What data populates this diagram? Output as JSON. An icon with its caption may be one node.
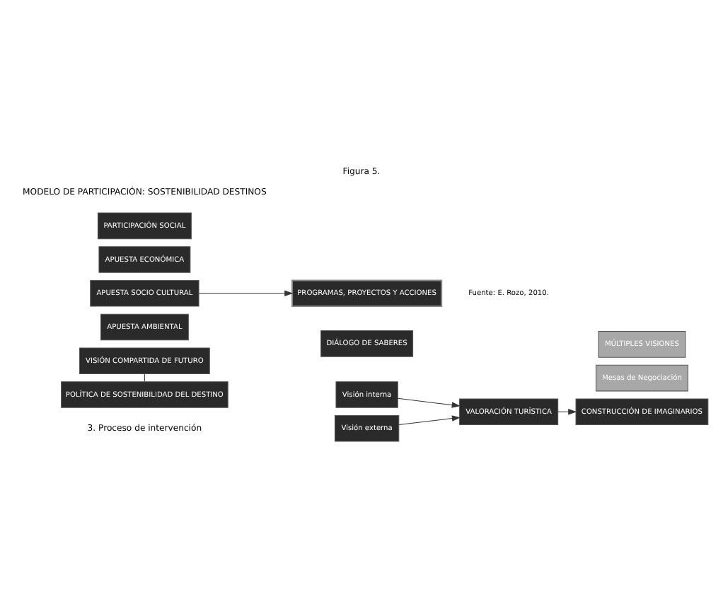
{
  "diagram": {
    "title": "Figura 5.",
    "caption": "Fuente: E. Rozo, 2010.",
    "nodes": [
      {
        "text": [
          "Visión externa"
        ]
      },
      {
        "text": [
          "DIÁLOGO DE SABERES"
        ]
      },
      {
        "text": [
          "VALORACIÓN TURÍSTICA"
        ]
      },
      {
        "text": [
          "Visión interna"
        ]
      },
      {
        "text": [
          "VISIÓN COMPARTIDA DE FUTURO"
        ]
      },
      {
        "text": [
          "Mesas de Negociación"
        ]
      },
      {
        "text": [
          "CONSTRUCCIÓN DE IMAGINARIOS"
        ]
      },
      {
        "text": [
          "MÚLTIPLES VISIONES"
        ]
      },
      {
        "text": [
          "APUESTA AMBIENTAL"
        ]
      },
      {
        "text": [
          "APUESTA SOCIO CULTURAL"
        ]
      },
      {
        "text": [
          "APUESTA ECONÓMICA"
        ]
      },
      {
        "text": [
          "PARTICIPACIÓN SOCIAL"
        ]
      },
      {
        "text": [
          "PROGRAMAS, PROYECTOS Y ACCIONES"
        ]
      },
      {
        "text": [
          "POLÍTICA DE SOSTENIBILIDAD DEL DESTINO"
        ]
      }
    ],
    "edges": [
      {
        "from": 0,
        "to": 2,
        "arrow": "to"
      },
      {
        "from": 3,
        "to": 2,
        "arrow": "to"
      },
      {
        "from": 2,
        "to": 6,
        "arrow": "to"
      },
      {
        "from": 9,
        "to": 12,
        "arrow": "to"
      },
      {
        "from": 4,
        "to": 13,
        "arrow": "none"
      }
    ],
    "labels": [
      "MODELO DE PARTICIPACIÓN: SOSTENIBILIDAD DESTINOS",
      "3. Proceso de intervención"
    ]
  }
}
